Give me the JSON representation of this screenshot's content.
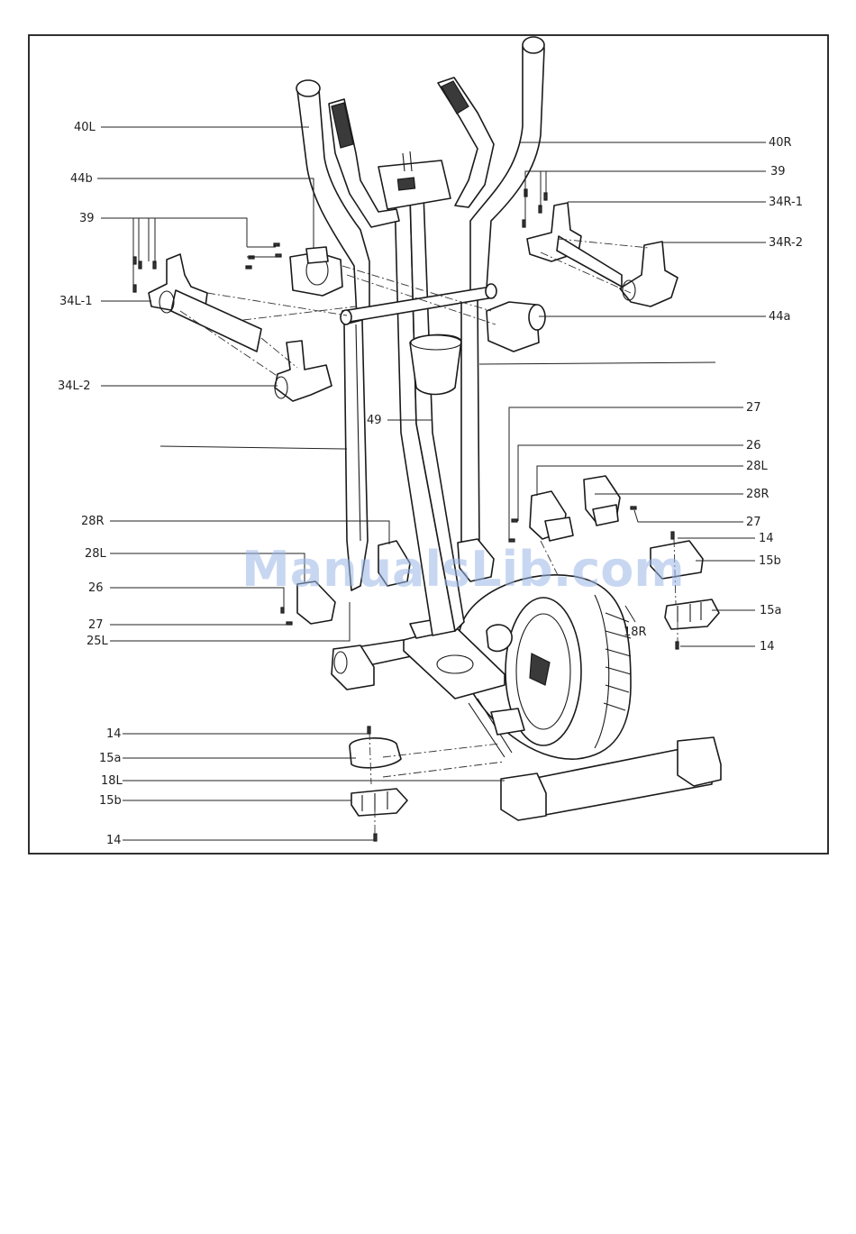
{
  "watermark": "ManualsLib.com",
  "labels": {
    "l_40L": "40L",
    "l_44b": "44b",
    "l_39_left": "39",
    "l_34L_1": "34L-1",
    "l_34L_2": "34L-2",
    "l_40R": "40R",
    "l_39_right": "39",
    "l_34R_1": "34R-1",
    "l_34R_2": "34R-2",
    "l_44a": "44a",
    "l_49": "49",
    "l_27_upper_right": "27",
    "l_26_right": "26",
    "l_28L_right": "28L",
    "l_28R_right": "28R",
    "l_27_right": "27",
    "l_14_right_top": "14",
    "l_15b_right": "15b",
    "l_15a_right": "15a",
    "l_14_right_bottom": "14",
    "l_18R": "18R",
    "l_28R_left": "28R",
    "l_28L_left": "28L",
    "l_26_left": "26",
    "l_27_left": "27",
    "l_25L": "25L",
    "l_14_bl_top": "14",
    "l_15a_bl": "15a",
    "l_18L": "18L",
    "l_15b_bl": "15b",
    "l_14_bl_bottom": "14"
  }
}
